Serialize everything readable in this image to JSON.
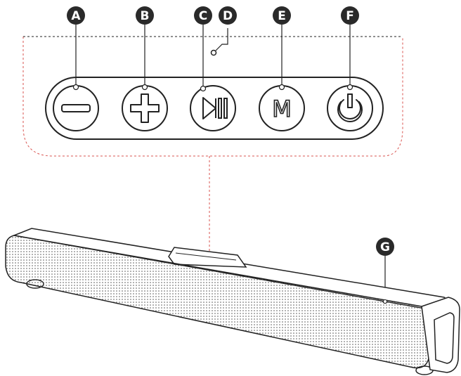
{
  "callouts": {
    "a": {
      "label": "A"
    },
    "b": {
      "label": "B"
    },
    "c": {
      "label": "C"
    },
    "d": {
      "label": "D"
    },
    "e": {
      "label": "E"
    },
    "f": {
      "label": "F"
    },
    "g": {
      "label": "G"
    }
  },
  "buttons": {
    "a": {
      "icon": "minus-icon"
    },
    "b": {
      "icon": "plus-icon"
    },
    "c": {
      "icon": "play-pause-icon"
    },
    "e": {
      "icon": "mode-icon",
      "glyph": "M"
    },
    "f": {
      "icon": "power-icon"
    }
  },
  "indicator_d": {
    "icon": "led-indicator-icon"
  },
  "indicator_g": {
    "icon": "led-indicator-icon"
  },
  "colors": {
    "outline": "#222222",
    "callout_fill": "#2a2a2a",
    "leader": "#d9534f"
  }
}
